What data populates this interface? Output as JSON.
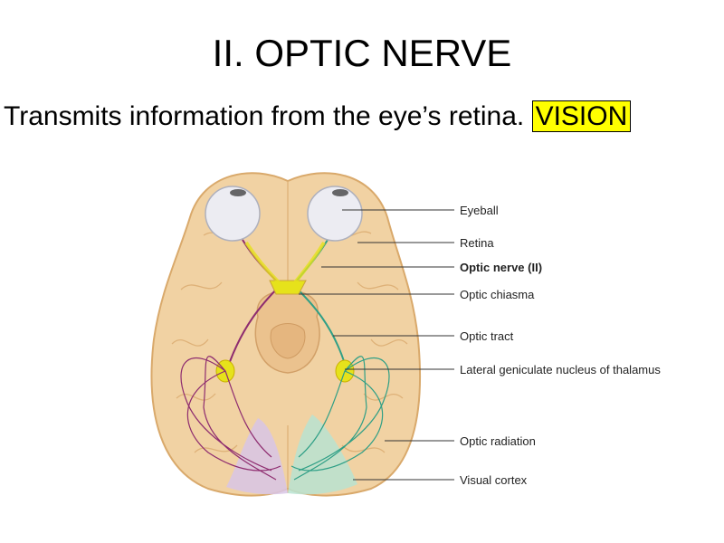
{
  "slide": {
    "title": "II. OPTIC NERVE",
    "subtitle_text": "Transmits information from the eye’s retina.",
    "subtitle_highlight": "VISION"
  },
  "figure": {
    "labels": [
      {
        "id": "eyeball",
        "text": "Eyeball"
      },
      {
        "id": "retina",
        "text": "Retina"
      },
      {
        "id": "optic-nerve",
        "text": "Optic nerve (II)"
      },
      {
        "id": "optic-chiasma",
        "text": "Optic chiasma"
      },
      {
        "id": "optic-tract",
        "text": "Optic tract"
      },
      {
        "id": "lgn",
        "text": "Lateral geniculate nucleus of thalamus"
      },
      {
        "id": "optic-radiation",
        "text": "Optic radiation"
      },
      {
        "id": "visual-cortex",
        "text": "Visual cortex"
      }
    ]
  },
  "colors": {
    "brain": "#f1d2a3",
    "brain_edge": "#d9a96b",
    "left_pathway": "#8e2c6f",
    "right_pathway": "#2f9f86",
    "nucleus": "#e6e21b",
    "left_cortex": "#d8c6e6",
    "right_cortex": "#b9e3d1"
  }
}
